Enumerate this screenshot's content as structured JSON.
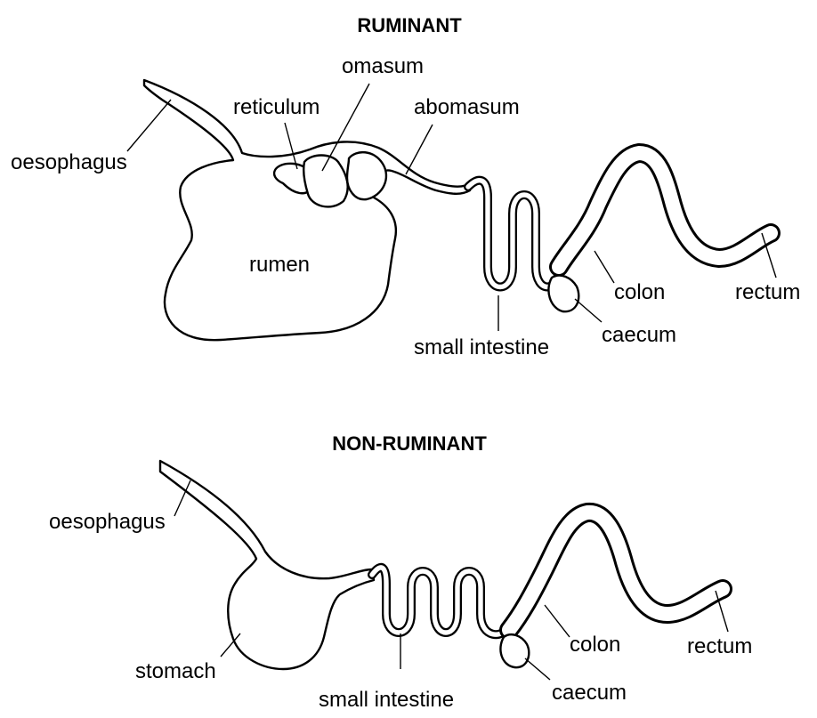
{
  "diagram": {
    "ruminant": {
      "title": "RUMINANT",
      "labels": {
        "oesophagus": "oesophagus",
        "reticulum": "reticulum",
        "omasum": "omasum",
        "abomasum": "abomasum",
        "rumen": "rumen",
        "small_intestine": "small intestine",
        "colon": "colon",
        "caecum": "caecum",
        "rectum": "rectum"
      }
    },
    "non_ruminant": {
      "title": "NON-RUMINANT",
      "labels": {
        "oesophagus": "oesophagus",
        "stomach": "stomach",
        "small_intestine": "small intestine",
        "colon": "colon",
        "caecum": "caecum",
        "rectum": "rectum"
      }
    },
    "colors": {
      "line": "#000000",
      "background": "#ffffff"
    }
  }
}
